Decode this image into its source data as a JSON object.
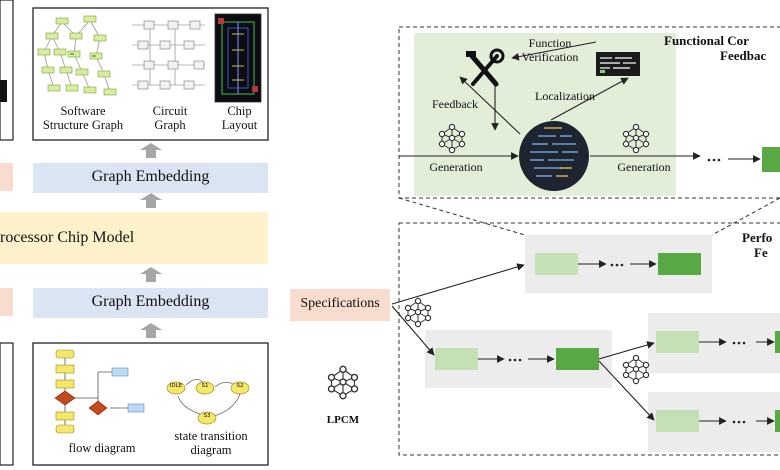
{
  "left_panel": {
    "graph_embedding_top": "Graph Embedding",
    "graph_embedding_bottom": "Graph Embedding",
    "model_band": "rocessor Chip Model",
    "top_graphs": [
      {
        "label_lines": [
          "Software",
          "Structure Graph"
        ]
      },
      {
        "label_lines": [
          "Circuit",
          "Graph"
        ]
      },
      {
        "label_lines": [
          "Chip",
          "Layout"
        ]
      }
    ],
    "flow_diagram_label": "flow diagram",
    "state_transition_label_lines": [
      "state transition",
      "diagram"
    ],
    "state_nodes": [
      "IDLE",
      "S1",
      "S2",
      "S3"
    ]
  },
  "right_panel": {
    "specifications": "Specifications",
    "lpcm": "LPCM",
    "functional_title_lines": [
      "Functional Cor",
      "Feedbac"
    ],
    "performance_title_lines": [
      "Perfo",
      "Fe"
    ],
    "function_verification_lines": [
      "Function",
      "Verification"
    ],
    "localization": "Localization",
    "feedback": "Feedback",
    "generation_left": "Generation",
    "generation_right": "Generation",
    "ellipsis": "···"
  },
  "colors": {
    "embedding_band": "#dbe4f3",
    "model_band": "#fdf1cc",
    "spec_band": "#f8dccd",
    "functional_bg": "#e3eed9",
    "light_green": "#c5e0b4",
    "dark_green": "#5aa843",
    "gray_box": "#ececec",
    "arrow_gray": "#a6a6a6"
  },
  "icons": [
    "neural-network-icon",
    "tools-icon",
    "terminal-icon",
    "code-globe-icon"
  ]
}
